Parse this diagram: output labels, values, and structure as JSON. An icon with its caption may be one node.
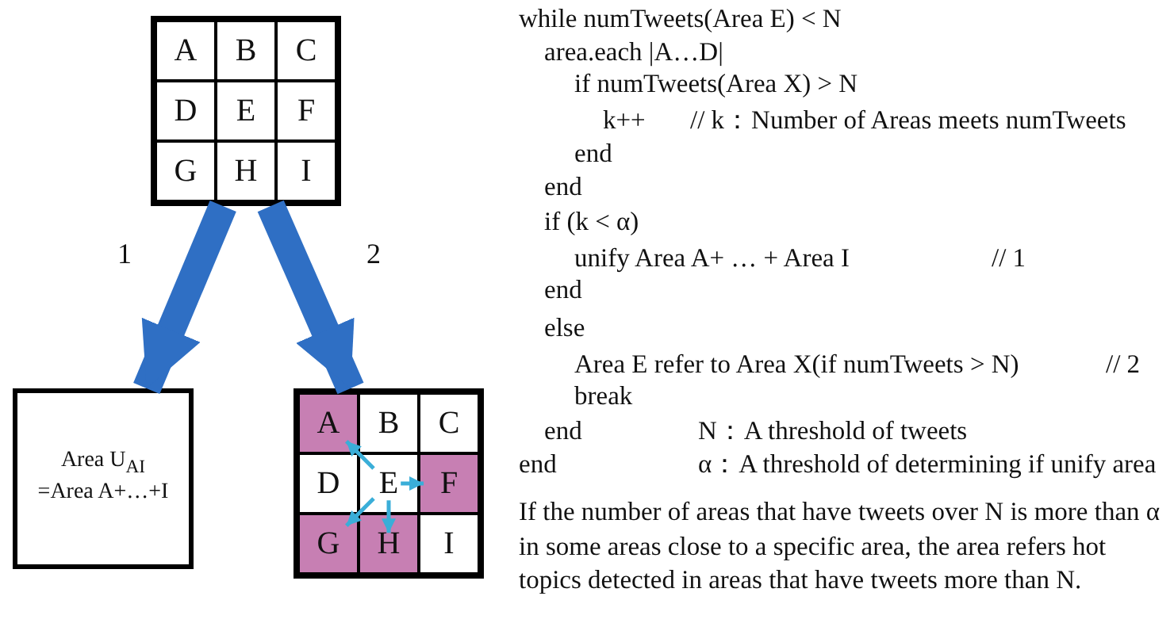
{
  "diagram": {
    "nodes": [
      {
        "text": [],
        "shape": "box"
      },
      {
        "text": [
          "A"
        ],
        "in": 0
      },
      {
        "text": [
          "B"
        ],
        "in": 0
      },
      {
        "text": [
          "C"
        ],
        "in": 0
      },
      {
        "text": [
          "D"
        ],
        "in": 0
      },
      {
        "text": [
          "E"
        ],
        "in": 0
      },
      {
        "text": [
          "F"
        ],
        "in": 0
      },
      {
        "text": [
          "G"
        ],
        "in": 0
      },
      {
        "text": [
          "H"
        ],
        "in": 0
      },
      {
        "text": [
          "I"
        ],
        "in": 0
      },
      {
        "text": [
          "Area U$_{AI}$ =Area A+…+I"
        ]
      },
      {
        "text": [],
        "shape": "box"
      },
      {
        "text": [
          "A"
        ],
        "in": 11
      },
      {
        "text": [
          "B"
        ],
        "in": 11
      },
      {
        "text": [
          "C"
        ],
        "in": 11
      },
      {
        "text": [
          "D"
        ],
        "in": 11
      },
      {
        "text": [
          "E"
        ],
        "in": 11
      },
      {
        "text": [
          "F"
        ],
        "in": 11
      },
      {
        "text": [
          "G"
        ],
        "in": 11
      },
      {
        "text": [
          "H"
        ],
        "in": 11
      },
      {
        "text": [
          "I"
        ],
        "in": 11
      }
    ],
    "edges": [
      {
        "from": 0,
        "to": 10,
        "arrow": "to",
        "label": "1",
        "style": "thick",
        "color": "#2f6fc4"
      },
      {
        "from": 0,
        "to": 11,
        "arrow": "to",
        "label": "2",
        "style": "thick",
        "color": "#2f6fc4"
      },
      {
        "from": 16,
        "to": 12,
        "arrow": "to"
      },
      {
        "from": 16,
        "to": 17,
        "arrow": "to"
      },
      {
        "from": 16,
        "to": 18,
        "arrow": "to"
      },
      {
        "from": 16,
        "to": 19,
        "arrow": "to"
      }
    ],
    "labels": [
      "while numTweets(Area E) < N",
      "area.each |A…D|",
      "if numTweets(Area X) > N",
      "k++",
      "// k：Number of Areas meets numTweets",
      "end",
      "end",
      "if (k < α)",
      "unify Area A+ … + Area I",
      "// 1",
      "end",
      "else",
      "Area E refer to Area X(if numTweets > N)",
      "// 2",
      "break",
      "end",
      "N：A threshold of tweets",
      "end",
      "α：A threshold of determining if unify area",
      "If the number of areas that have tweets over N is more than α in some areas close to a specific area, the area refers hot topics detected in areas that have tweets more than N."
    ]
  }
}
